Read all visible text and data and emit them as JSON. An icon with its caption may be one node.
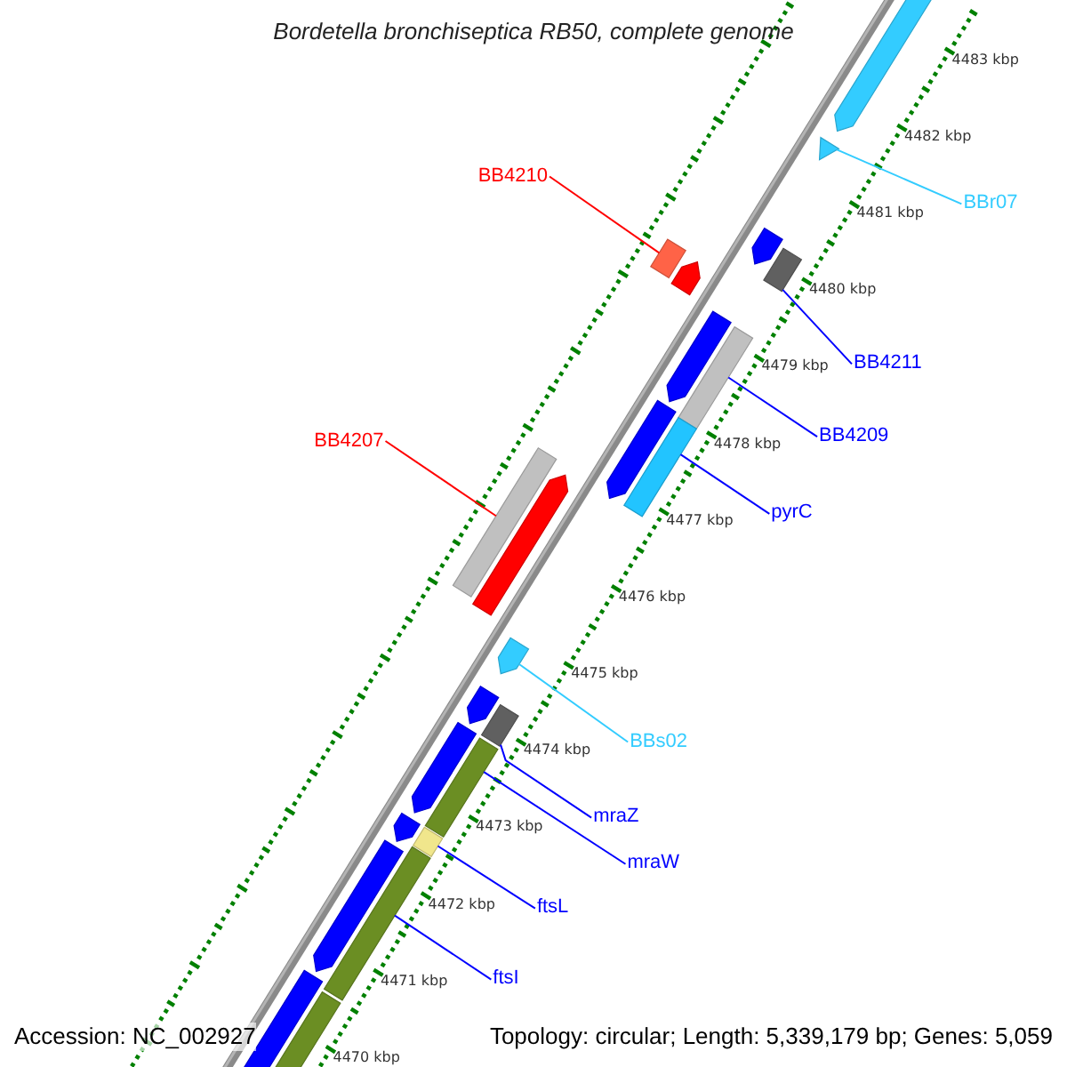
{
  "diagram": {
    "title": "Bordetella bronchiseptica RB50, complete genome",
    "nodes": [
      {
        "text": [
          "BB4210"
        ]
      },
      {
        "text": [
          "BBr07"
        ]
      },
      {
        "text": [
          "BB4211"
        ]
      },
      {
        "text": [
          "BB4209"
        ]
      },
      {
        "text": [
          "BB4207"
        ]
      },
      {
        "text": [
          "pyrC"
        ]
      },
      {
        "text": [
          "BBs02"
        ]
      },
      {
        "text": [
          "mraZ"
        ]
      },
      {
        "text": [
          "mraW"
        ]
      },
      {
        "text": [
          "ftsL"
        ]
      },
      {
        "text": [
          "ftsI"
        ]
      },
      {
        "text": [],
        "shape": "arrow"
      },
      {
        "text": [],
        "shape": "triangle"
      },
      {
        "text": [],
        "shape": "arrow"
      },
      {
        "text": [],
        "shape": "box"
      },
      {
        "text": [],
        "shape": "box"
      },
      {
        "text": [],
        "shape": "arrow"
      },
      {
        "text": [],
        "shape": "arrow"
      },
      {
        "text": [],
        "shape": "box"
      },
      {
        "text": [],
        "shape": "arrow"
      },
      {
        "text": [],
        "shape": "box"
      },
      {
        "text": [],
        "shape": "box"
      },
      {
        "text": [],
        "shape": "arrow"
      },
      {
        "text": [],
        "shape": "arrow"
      },
      {
        "text": [],
        "shape": "arrow"
      },
      {
        "text": [],
        "shape": "box"
      },
      {
        "text": [],
        "shape": "arrow"
      },
      {
        "text": [],
        "shape": "box"
      },
      {
        "text": [],
        "shape": "arrow"
      },
      {
        "text": [],
        "shape": "box"
      },
      {
        "text": [],
        "shape": "arrow"
      },
      {
        "text": [],
        "shape": "box"
      },
      {
        "text": [],
        "shape": "arrow"
      },
      {
        "text": [],
        "shape": "box"
      }
    ],
    "edges": [
      {
        "from": 0,
        "to": 15,
        "arrow": "none",
        "color": "#ff0000"
      },
      {
        "from": 1,
        "to": 12,
        "arrow": "none",
        "color": "#33ccff"
      },
      {
        "from": 2,
        "to": 14,
        "arrow": "none"
      },
      {
        "from": 3,
        "to": 18,
        "arrow": "none"
      },
      {
        "from": 4,
        "to": 21,
        "arrow": "none",
        "color": "#ff0000"
      },
      {
        "from": 5,
        "to": 20,
        "arrow": "none"
      },
      {
        "from": 6,
        "to": 23,
        "arrow": "none",
        "color": "#33ccff"
      },
      {
        "from": 7,
        "to": 25,
        "arrow": "none"
      },
      {
        "from": 8,
        "to": 27,
        "arrow": "none"
      },
      {
        "from": 9,
        "to": 29,
        "arrow": "none"
      },
      {
        "from": 10,
        "to": 31,
        "arrow": "none"
      }
    ],
    "labels": [
      "4483 kbp",
      "4482 kbp",
      "4481 kbp",
      "4480 kbp",
      "4479 kbp",
      "4478 kbp",
      "4477 kbp",
      "4476 kbp",
      "4475 kbp",
      "4474 kbp",
      "4473 kbp",
      "4472 kbp",
      "4471 kbp",
      "4470 kbp",
      "Accession: NC_002927",
      "Topology: circular; Length: 5,339,179 bp; Genes: 5,059"
    ]
  }
}
